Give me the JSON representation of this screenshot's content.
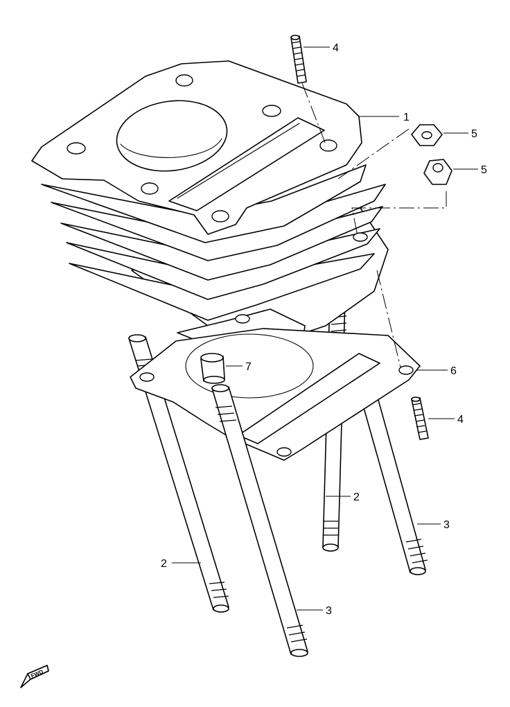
{
  "callouts": [
    {
      "id": "cylinder",
      "label": "1"
    },
    {
      "id": "stud-long-left",
      "label": "2"
    },
    {
      "id": "stud-long-right",
      "label": "2"
    },
    {
      "id": "stud-short-center",
      "label": "3"
    },
    {
      "id": "stud-short-right",
      "label": "3"
    },
    {
      "id": "stud-top",
      "label": "4"
    },
    {
      "id": "stud-side",
      "label": "4"
    },
    {
      "id": "nut-upper",
      "label": "5"
    },
    {
      "id": "nut-lower",
      "label": "5"
    },
    {
      "id": "gasket",
      "label": "6"
    },
    {
      "id": "dowel-pin",
      "label": "7"
    }
  ],
  "fwd_badge": "FWD",
  "colors": {
    "line": "#000000",
    "background": "#ffffff"
  }
}
